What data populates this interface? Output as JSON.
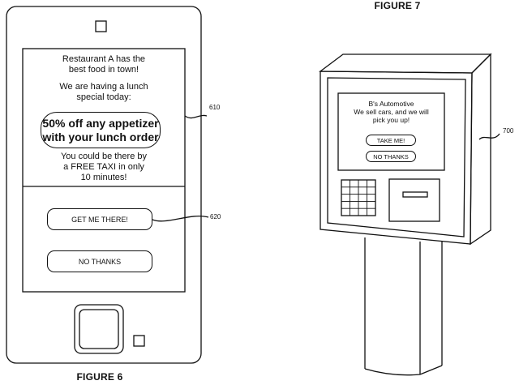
{
  "figure6": {
    "label": "FIGURE 6",
    "screen_message": {
      "line1": "Restaurant A has the",
      "line2": "best food in town!",
      "line3": "We are having a lunch",
      "line4": "special today:",
      "offer_line1": "50% off any appetizer",
      "offer_line2": "with your lunch order",
      "line5": "You could be there by",
      "line6": "a FREE TAXI in only",
      "line7": "10 minutes!"
    },
    "button_yes": "GET ME THERE!",
    "button_no": "NO THANKS",
    "ref_screen": "610",
    "ref_button": "620"
  },
  "figure7": {
    "label": "FIGURE 7",
    "screen_title": "B's Automotive",
    "screen_line2": "We sell cars, and we will",
    "screen_line3": "pick you up!",
    "button_yes": "TAKE ME!",
    "button_no": "NO THANKS",
    "ref_kiosk": "700"
  }
}
